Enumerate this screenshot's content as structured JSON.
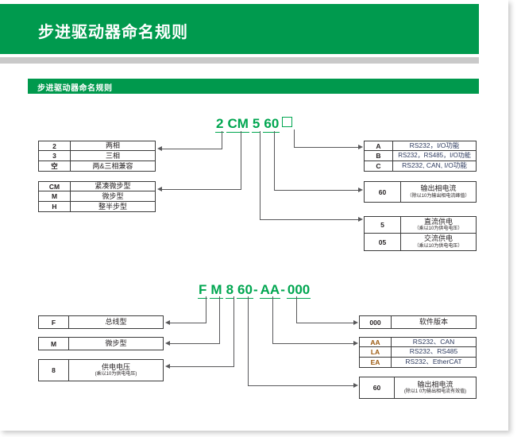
{
  "page": {
    "banner_title": "步进驱动器命名规则",
    "section_bar_label": "步进驱动器命名规则",
    "accent_green": "#009a4e",
    "code_green": "#00a650",
    "rule_gray": "#c9c9c9",
    "line_gray": "#58585a",
    "key_orange": "#9c5a10",
    "value_navy": "#2d3a5e"
  },
  "diagram1": {
    "code": {
      "segments": [
        "2",
        "CM",
        "5",
        "60"
      ],
      "suffix_box": "□"
    },
    "left_tables": [
      {
        "name": "phase-type-table",
        "rows": [
          {
            "key": "2",
            "value": "两相",
            "sub": ""
          },
          {
            "key": "3",
            "value": "三相",
            "sub": ""
          },
          {
            "key": "空",
            "value": "两&三相兼容",
            "sub": ""
          }
        ]
      },
      {
        "name": "drive-type-table",
        "rows": [
          {
            "key": "CM",
            "value": "紧凑微步型",
            "sub": ""
          },
          {
            "key": "M",
            "value": "微步型",
            "sub": ""
          },
          {
            "key": "H",
            "value": "整半步型",
            "sub": ""
          }
        ]
      }
    ],
    "right_tables": [
      {
        "name": "communication-table",
        "rows": [
          {
            "key": "A",
            "value": "RS232，I/O功能",
            "sub": ""
          },
          {
            "key": "B",
            "value": "RS232，RS485，I/O功能",
            "sub": ""
          },
          {
            "key": "C",
            "value": "RS232, CAN, I/O功能",
            "sub": ""
          }
        ]
      },
      {
        "name": "output-current-table",
        "rows": [
          {
            "key": "60",
            "value": "输出相电流",
            "sub": "（除以10为输出相电流峰值）"
          }
        ]
      },
      {
        "name": "power-supply-table",
        "rows": [
          {
            "key": "5",
            "value": "直流供电",
            "sub": "（乘以10为供电电压）"
          },
          {
            "key": "05",
            "value": "交流供电",
            "sub": "（乘以10为供电电压）"
          }
        ]
      }
    ]
  },
  "diagram2": {
    "code": {
      "segments": [
        "F",
        "M",
        "8",
        "60",
        "AA",
        "000"
      ],
      "separator": "-"
    },
    "left_tables": [
      {
        "name": "bus-type-table",
        "rows": [
          {
            "key": "F",
            "value": "总线型",
            "sub": ""
          }
        ]
      },
      {
        "name": "microstep-type-table",
        "rows": [
          {
            "key": "M",
            "value": "微步型",
            "sub": ""
          }
        ]
      },
      {
        "name": "supply-voltage-table",
        "rows": [
          {
            "key": "8",
            "value": "供电电压",
            "sub": "(乘以10为供电电压)"
          }
        ]
      }
    ],
    "right_tables": [
      {
        "name": "software-version-table",
        "rows": [
          {
            "key": "000",
            "value": "软件版本",
            "sub": ""
          }
        ]
      },
      {
        "name": "interface-table",
        "rows": [
          {
            "key": "AA",
            "value": "RS232、CAN",
            "sub": ""
          },
          {
            "key": "LA",
            "value": "RS232、RS485",
            "sub": ""
          },
          {
            "key": "EA",
            "value": "RS232、EtherCAT",
            "sub": ""
          }
        ]
      },
      {
        "name": "output-current-table-2",
        "rows": [
          {
            "key": "60",
            "value": "输出相电流",
            "sub": "(除以1 0为输出相电流有效值)"
          }
        ]
      }
    ]
  }
}
